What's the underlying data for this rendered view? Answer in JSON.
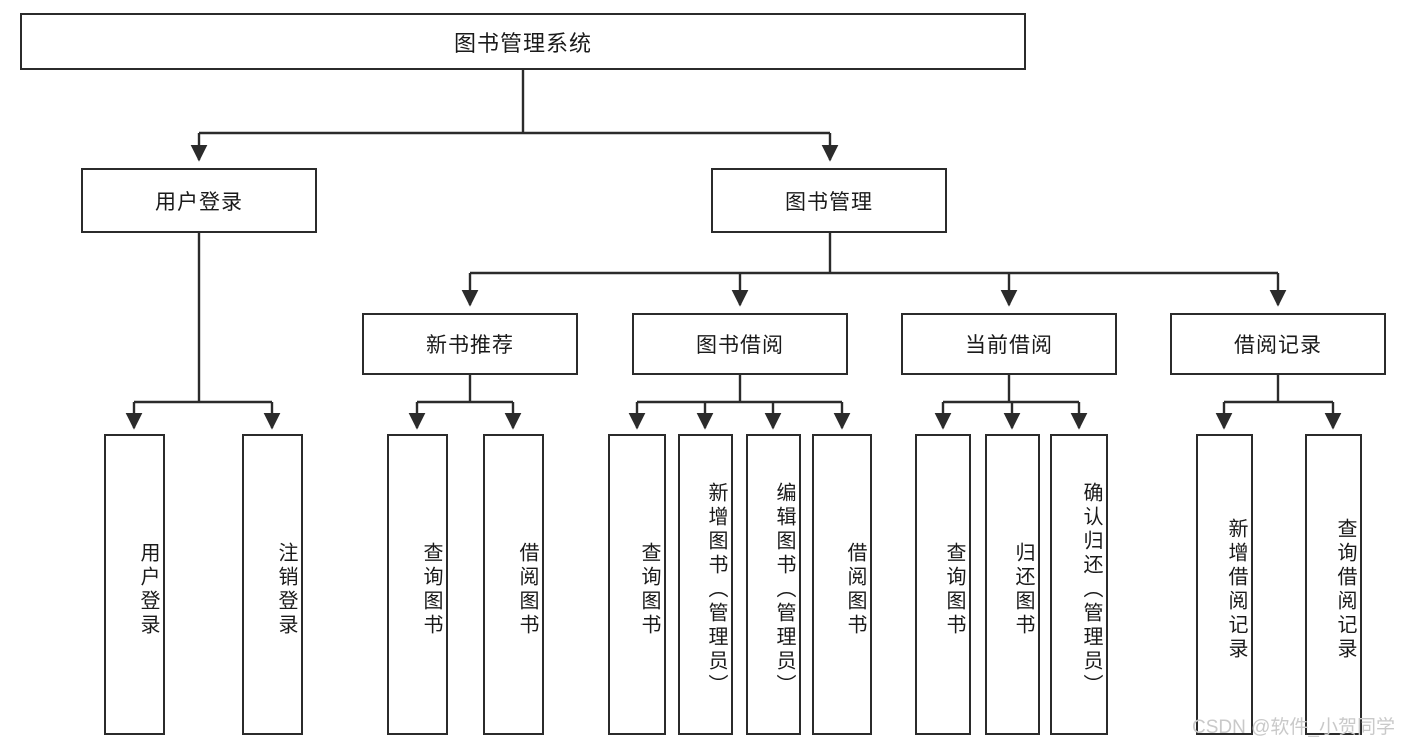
{
  "diagram": {
    "title": "图书管理系统",
    "type": "functional-decomposition-tree",
    "root": {
      "label": "图书管理系统"
    },
    "level2": [
      {
        "label": "用户登录"
      },
      {
        "label": "图书管理"
      }
    ],
    "level3": [
      {
        "label": "新书推荐"
      },
      {
        "label": "图书借阅"
      },
      {
        "label": "当前借阅"
      },
      {
        "label": "借阅记录"
      }
    ],
    "leaves": [
      {
        "label": "用户登录",
        "parent": "用户登录"
      },
      {
        "label": "注销登录",
        "parent": "用户登录"
      },
      {
        "label": "查询图书",
        "parent": "新书推荐"
      },
      {
        "label": "借阅图书",
        "parent": "新书推荐"
      },
      {
        "label": "查询图书",
        "parent": "图书借阅"
      },
      {
        "label": "新增图书（管理员）",
        "parent": "图书借阅"
      },
      {
        "label": "编辑图书（管理员）",
        "parent": "图书借阅"
      },
      {
        "label": "借阅图书",
        "parent": "图书借阅"
      },
      {
        "label": "查询图书",
        "parent": "当前借阅"
      },
      {
        "label": "归还图书",
        "parent": "当前借阅"
      },
      {
        "label": "确认归还（管理员）",
        "parent": "当前借阅"
      },
      {
        "label": "新增借阅记录",
        "parent": "借阅记录"
      },
      {
        "label": "查询借阅记录",
        "parent": "借阅记录"
      }
    ]
  },
  "watermark": {
    "text": "CSDN @软件_小贺同学"
  },
  "colors": {
    "border": "#2b2b2b",
    "background": "#ffffff",
    "text": "#1a1a1a",
    "watermark": "#c9c9c9"
  }
}
